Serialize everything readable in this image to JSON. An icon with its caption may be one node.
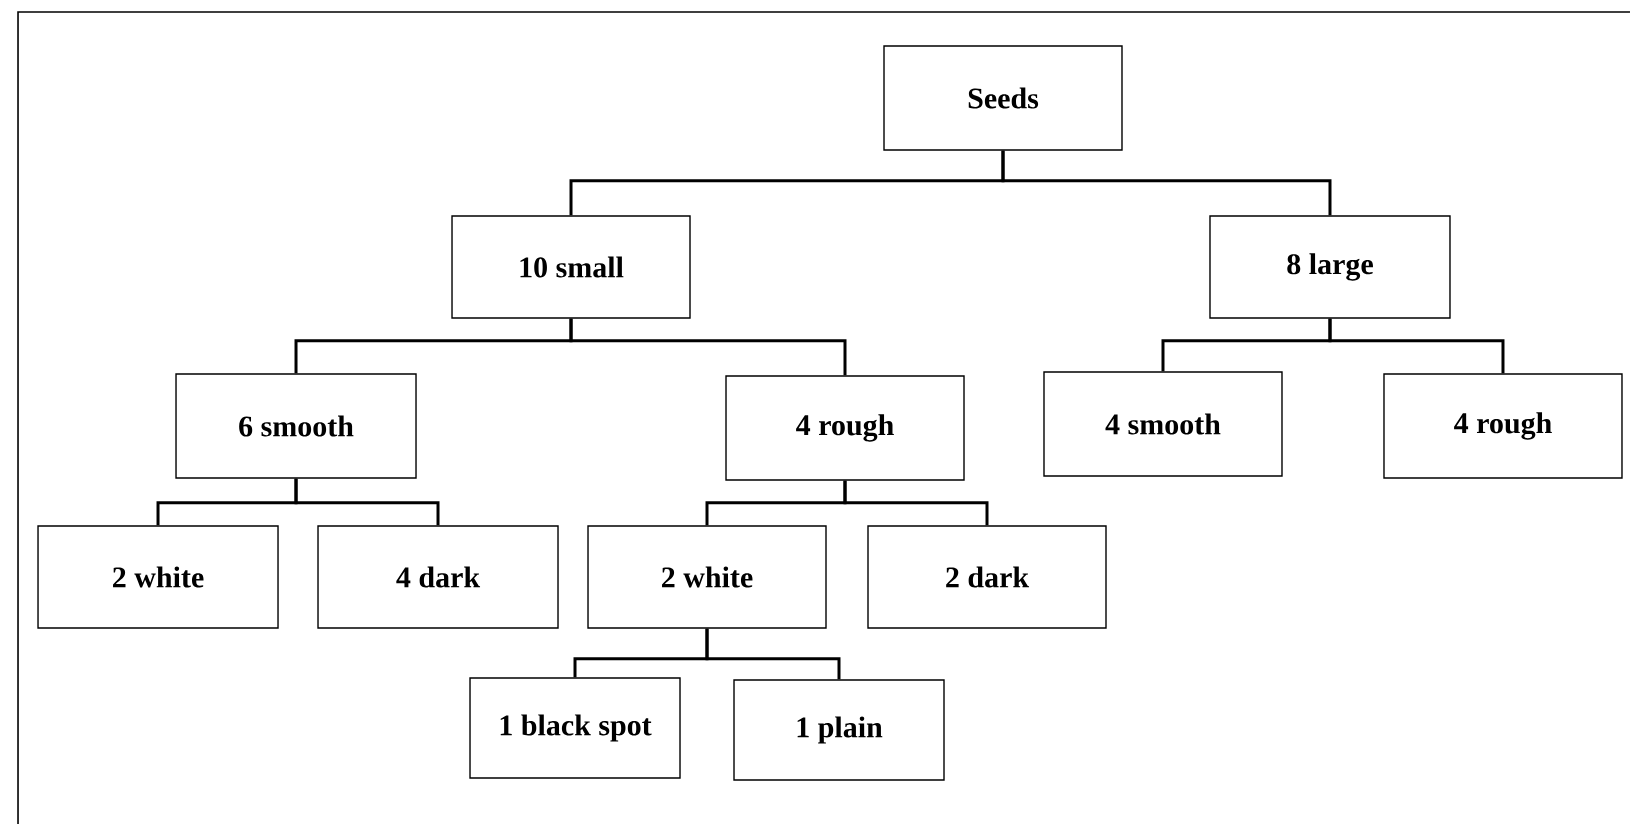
{
  "diagram": {
    "nodes": [
      {
        "text": [
          "Seeds"
        ]
      },
      {
        "text": [
          "10 small"
        ]
      },
      {
        "text": [
          "8 large"
        ]
      },
      {
        "text": [
          "6 smooth"
        ]
      },
      {
        "text": [
          "4 rough"
        ]
      },
      {
        "text": [
          "4 smooth"
        ]
      },
      {
        "text": [
          "4 rough"
        ]
      },
      {
        "text": [
          "2 white"
        ]
      },
      {
        "text": [
          "4 dark"
        ]
      },
      {
        "text": [
          "2 white"
        ]
      },
      {
        "text": [
          "2 dark"
        ]
      },
      {
        "text": [
          "1 black spot"
        ]
      },
      {
        "text": [
          "1 plain"
        ]
      }
    ],
    "edges": [
      {
        "from": 0,
        "to": 1,
        "arrow": "none"
      },
      {
        "from": 0,
        "to": 2,
        "arrow": "none"
      },
      {
        "from": 1,
        "to": 3,
        "arrow": "none"
      },
      {
        "from": 1,
        "to": 4,
        "arrow": "none"
      },
      {
        "from": 2,
        "to": 5,
        "arrow": "none"
      },
      {
        "from": 2,
        "to": 6,
        "arrow": "none"
      },
      {
        "from": 3,
        "to": 7,
        "arrow": "none"
      },
      {
        "from": 3,
        "to": 8,
        "arrow": "none"
      },
      {
        "from": 4,
        "to": 9,
        "arrow": "none"
      },
      {
        "from": 4,
        "to": 10,
        "arrow": "none"
      },
      {
        "from": 9,
        "to": 11,
        "arrow": "none"
      },
      {
        "from": 9,
        "to": 12,
        "arrow": "none"
      }
    ]
  }
}
